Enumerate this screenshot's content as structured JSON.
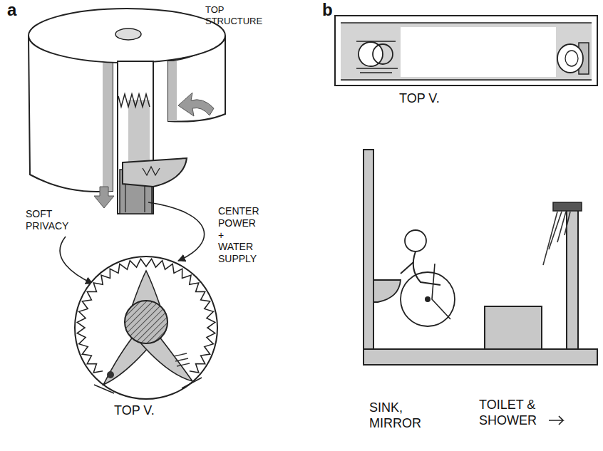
{
  "diagram": {
    "labels": [
      "a",
      "TOP STRUCTURE",
      "SOFT PRIVACY",
      "CENTER POWER + WATER SUPPLY",
      "TOP V.",
      "b",
      "TOP V.",
      "SINK, MIRROR",
      "TOILET & SHOWER"
    ]
  }
}
